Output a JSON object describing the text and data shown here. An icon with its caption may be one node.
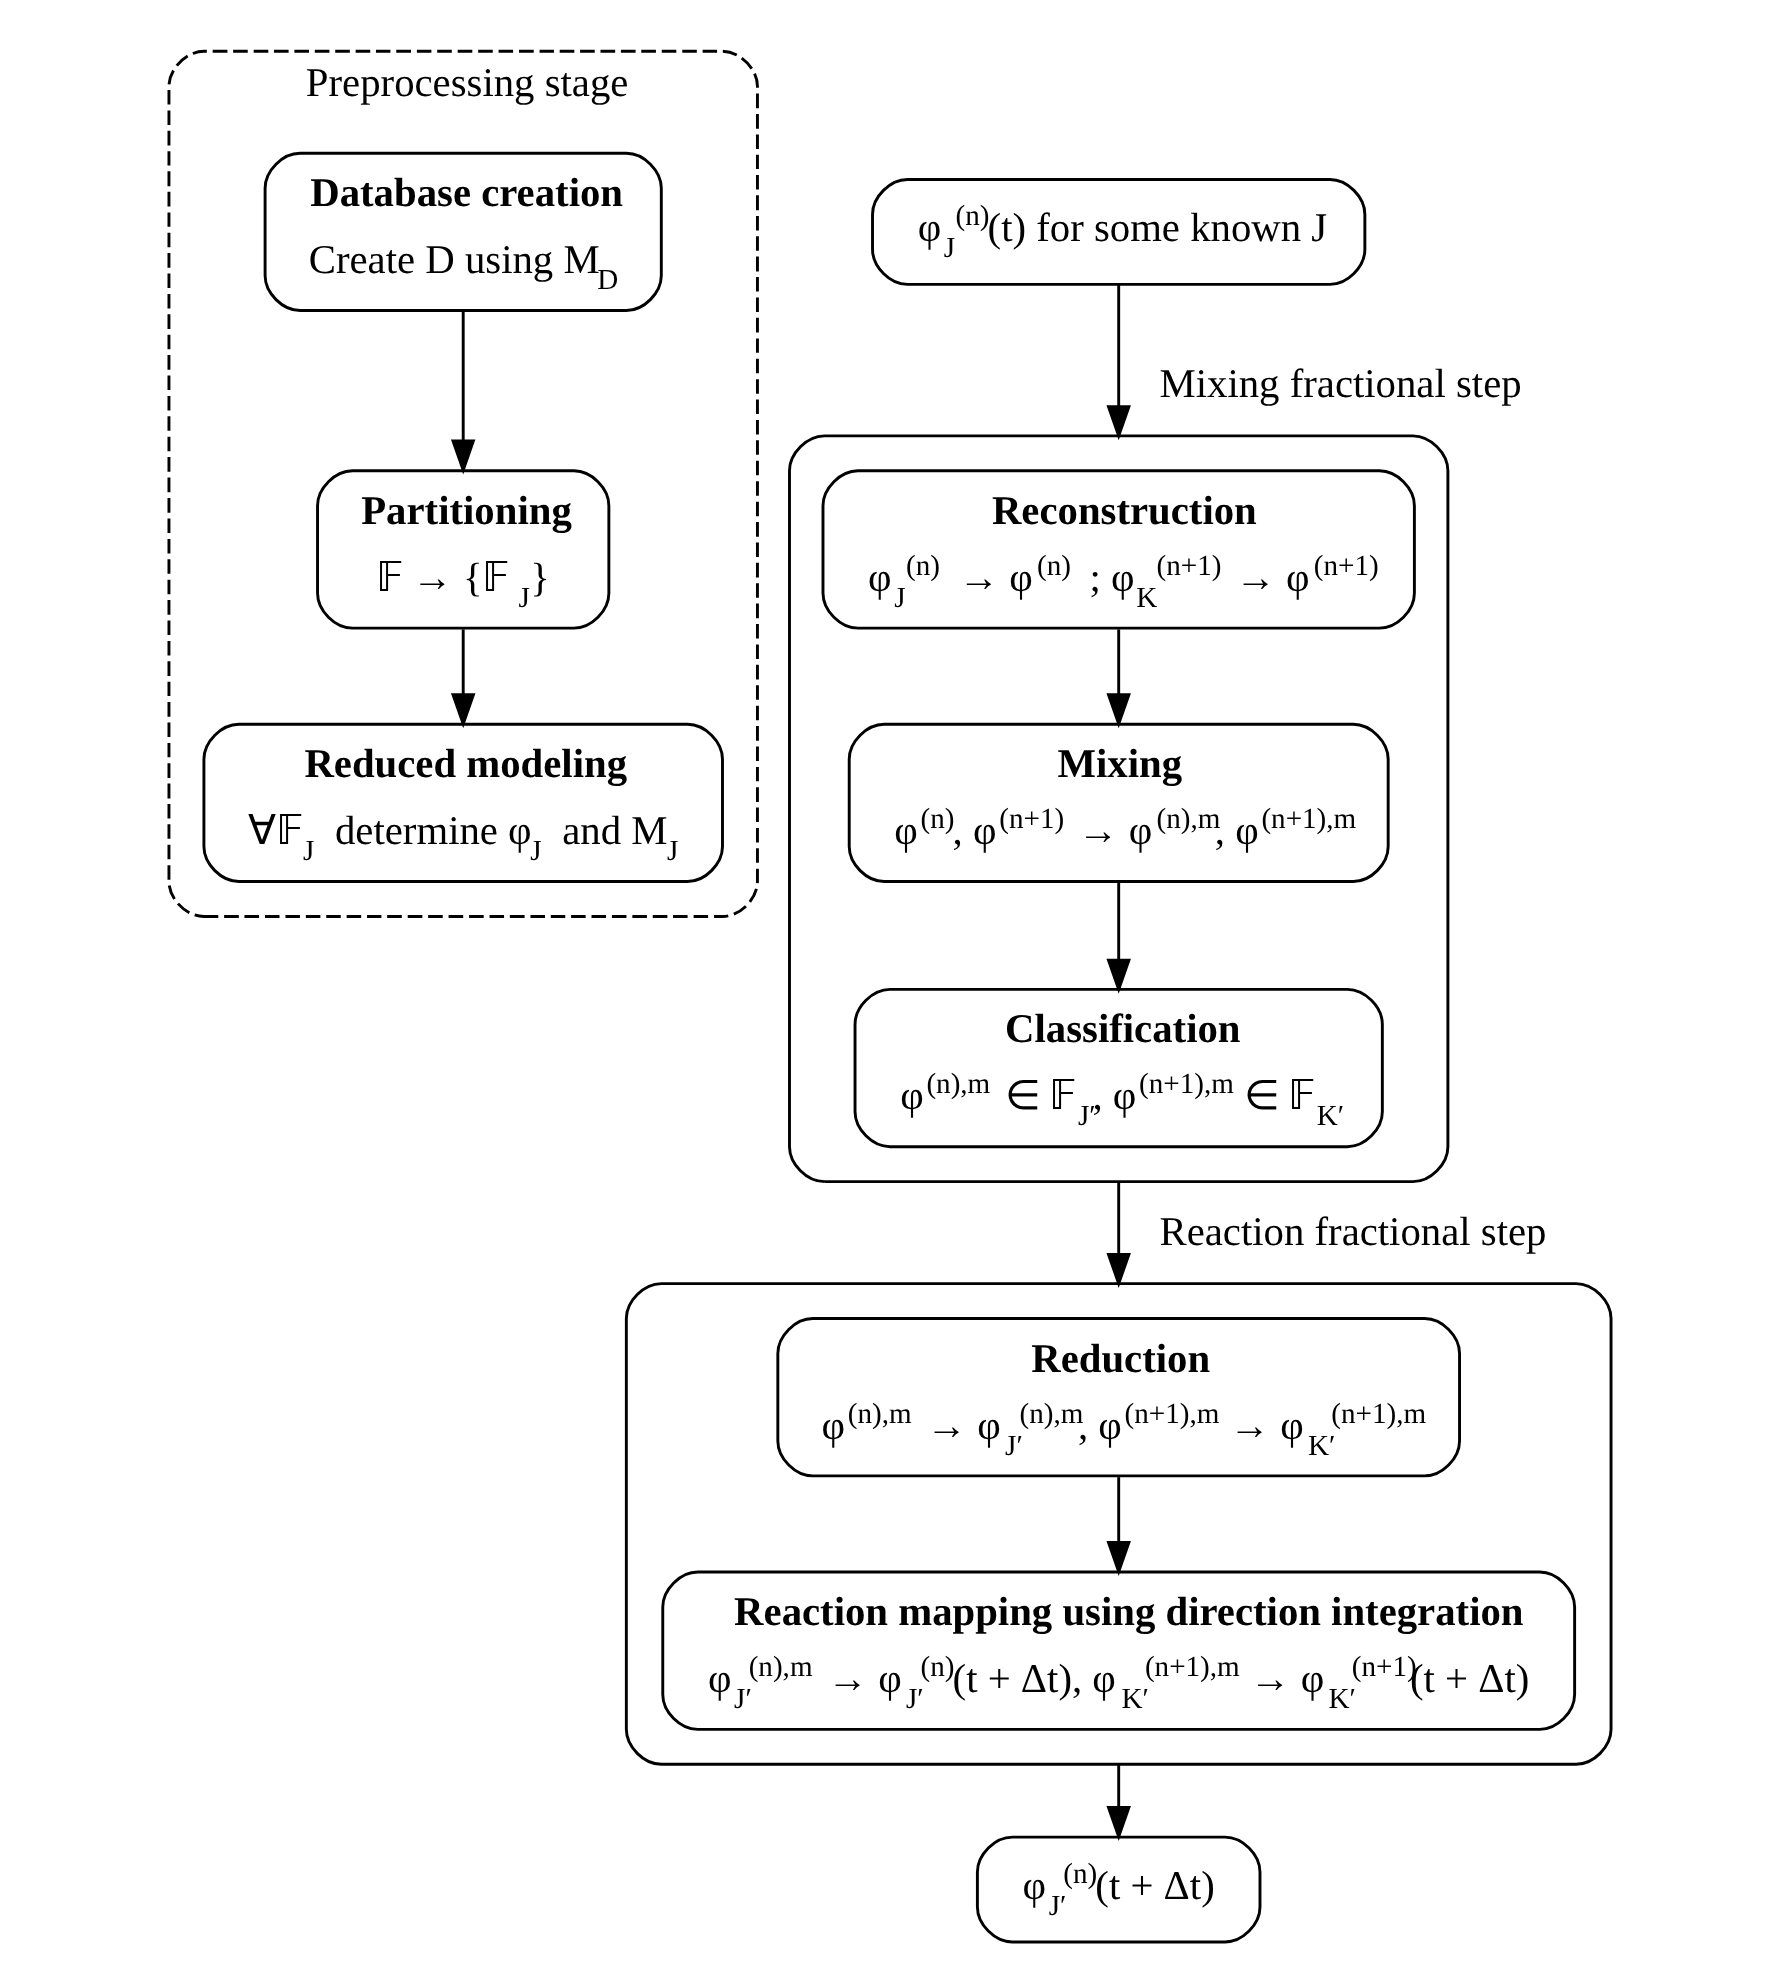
{
  "diagram": {
    "nodes": [
      {
        "text": [
          "φ$_{J}$$^{(n)}$(t) for some known J"
        ]
      },
      {
        "text": [],
        "shape": "box"
      },
      {
        "text": [
          "Reconstruction",
          "φ$_{J}$$^{(n)}$ → φ$^{(n)}$ ; φ$_{K}$$^{(n+1)}$ → φ$^{(n+1)}$"
        ],
        "in": 1
      },
      {
        "text": [
          "Mixing",
          "φ$^{(n)}$, φ$^{(n+1)}$ → φ$^{(n),m}$, φ$^{(n+1),m}$"
        ],
        "in": 1
      },
      {
        "text": [
          "Classification",
          "φ$^{(n),m}$ ∈ 𝔽$_{J′}$, φ$^{(n+1),m}$ ∈ 𝔽$_{K′}$"
        ],
        "in": 1
      },
      {
        "text": [],
        "shape": "box"
      },
      {
        "text": [
          "Reduction",
          "φ$^{(n),m}$ → φ$_{J′}$$^{(n),m}$, φ$^{(n+1),m}$ → φ$_{K′}$$^{(n+1),m}$"
        ],
        "in": 5
      },
      {
        "text": [
          "Reaction mapping using direction integration",
          "φ$_{J′}$$^{(n),m}$ → φ$_{J′}$$^{(n)}$(t + Δt), φ$_{K′}$$^{(n+1),m}$ → φ$_{K′}$$^{(n+1)}$(t + Δt)"
        ],
        "in": 5
      },
      {
        "text": [
          "φ$_{J′}$$^{(n)}$(t + Δt)"
        ]
      },
      {
        "text": [
          "Preprocessing stage"
        ]
      },
      {
        "text": [
          "Database creation",
          "Create D using M$_{D}$"
        ],
        "in": 9
      },
      {
        "text": [
          "Partitioning",
          "𝔽 → {𝔽$_{J}$}"
        ],
        "in": 9
      },
      {
        "text": [
          "Reduced modeling",
          "∀𝔽$_{J}$ determine φ$_{J}$ and M$_{J}$"
        ],
        "in": 9
      }
    ],
    "edges": [
      {
        "from": 0,
        "to": 1,
        "arrow": "to",
        "label": "Mixing fractional step"
      },
      {
        "from": 2,
        "to": 3,
        "arrow": "to"
      },
      {
        "from": 3,
        "to": 4,
        "arrow": "to"
      },
      {
        "from": 1,
        "to": 5,
        "arrow": "to",
        "label": "Reaction fractional step"
      },
      {
        "from": 6,
        "to": 7,
        "arrow": "to"
      },
      {
        "from": 5,
        "to": 8,
        "arrow": "to"
      },
      {
        "from": 10,
        "to": 11,
        "arrow": "to"
      },
      {
        "from": 11,
        "to": 12,
        "arrow": "to"
      }
    ]
  }
}
